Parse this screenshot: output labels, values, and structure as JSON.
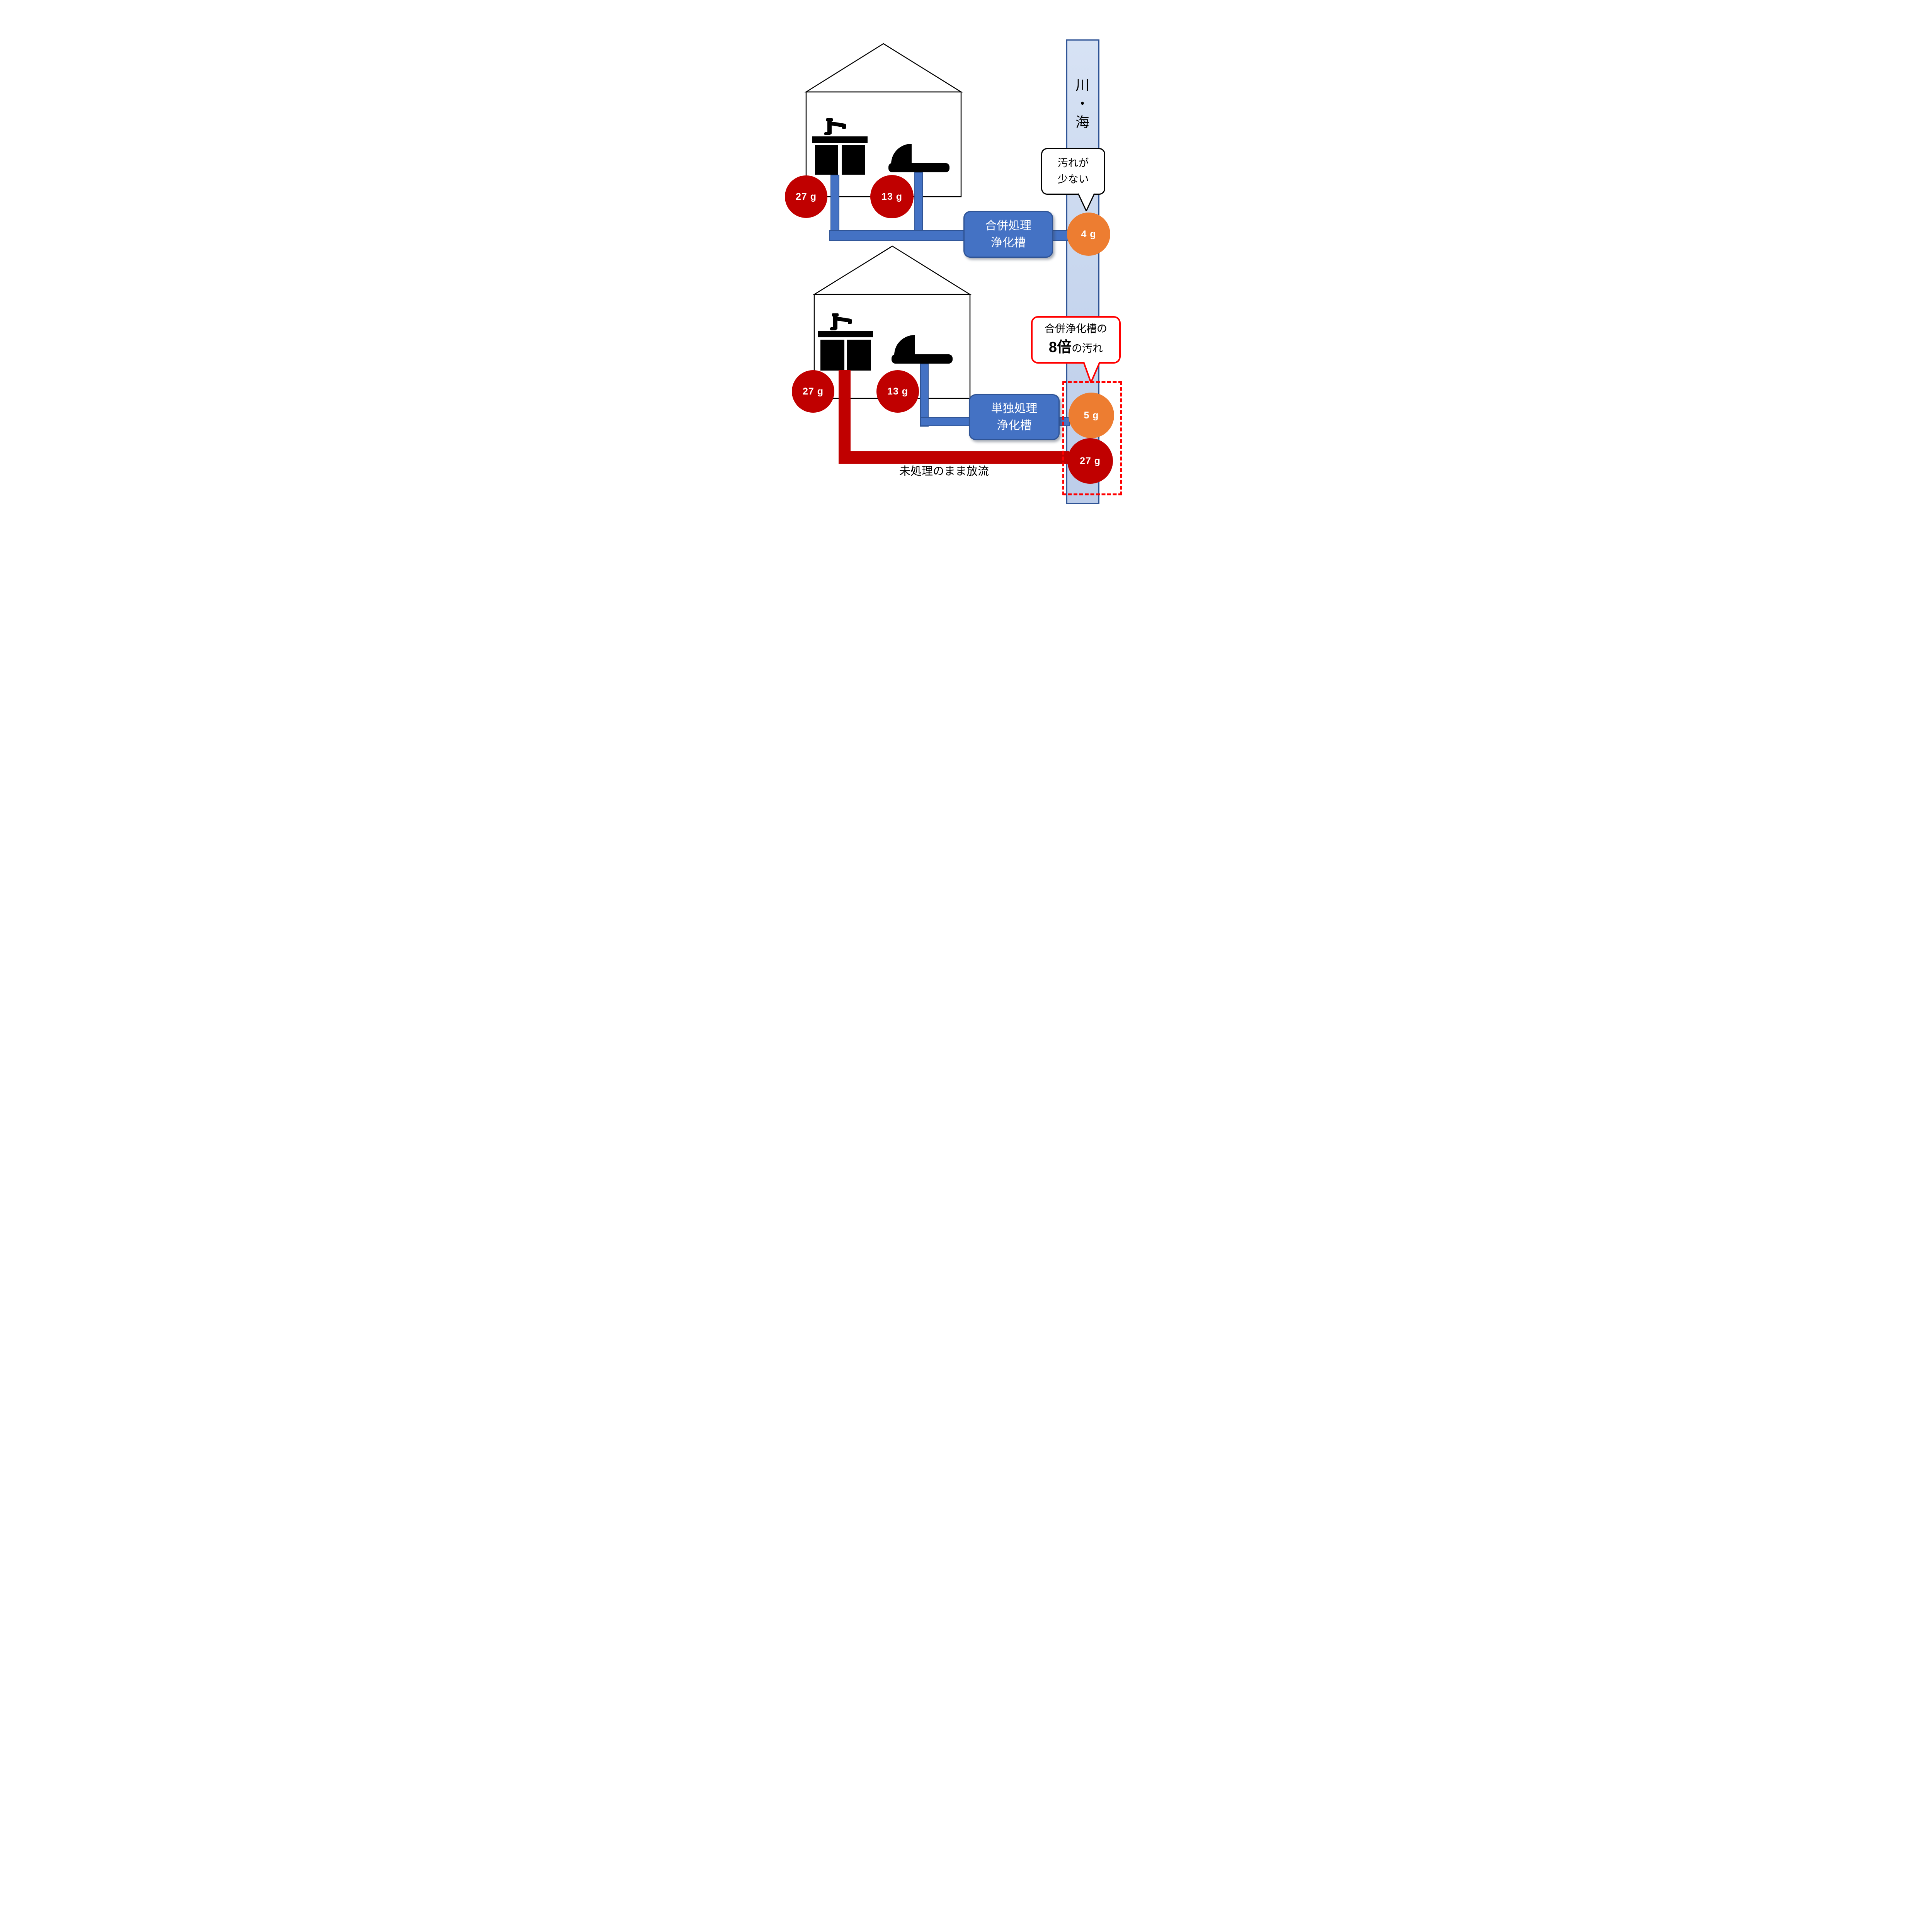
{
  "river": {
    "label": "川・海"
  },
  "tanks": {
    "combined": {
      "line1": "合併処理",
      "line2": "浄化槽"
    },
    "single": {
      "line1": "単独処理",
      "line2": "浄化槽"
    }
  },
  "loads": {
    "house1_kitchen": "27 g",
    "house1_toilet": "13 g",
    "combined_outflow": "4 g",
    "house2_kitchen": "27 g",
    "house2_toilet": "13 g",
    "single_outflow": "5 g",
    "untreated_outflow": "27 g"
  },
  "callouts": {
    "clean": {
      "line1": "汚れが",
      "line2": "少ない"
    },
    "dirty": {
      "line1": "合併浄化槽の",
      "emphasis": "8倍",
      "rest": "の汚れ"
    }
  },
  "caption": {
    "untreated": "未処理のまま放流"
  },
  "icons": {
    "kitchen_sink": "kitchen-sink-icon",
    "toilet": "toilet-icon"
  },
  "colors": {
    "pipe_blue": "#4472C4",
    "pipe_blue_border": "#2F5496",
    "river_fill_top": "#D7E2F4",
    "river_fill_bottom": "#BCCDEA",
    "pollution_red": "#C00000",
    "treated_orange": "#ED7D31",
    "alert_red": "#FF0000"
  }
}
